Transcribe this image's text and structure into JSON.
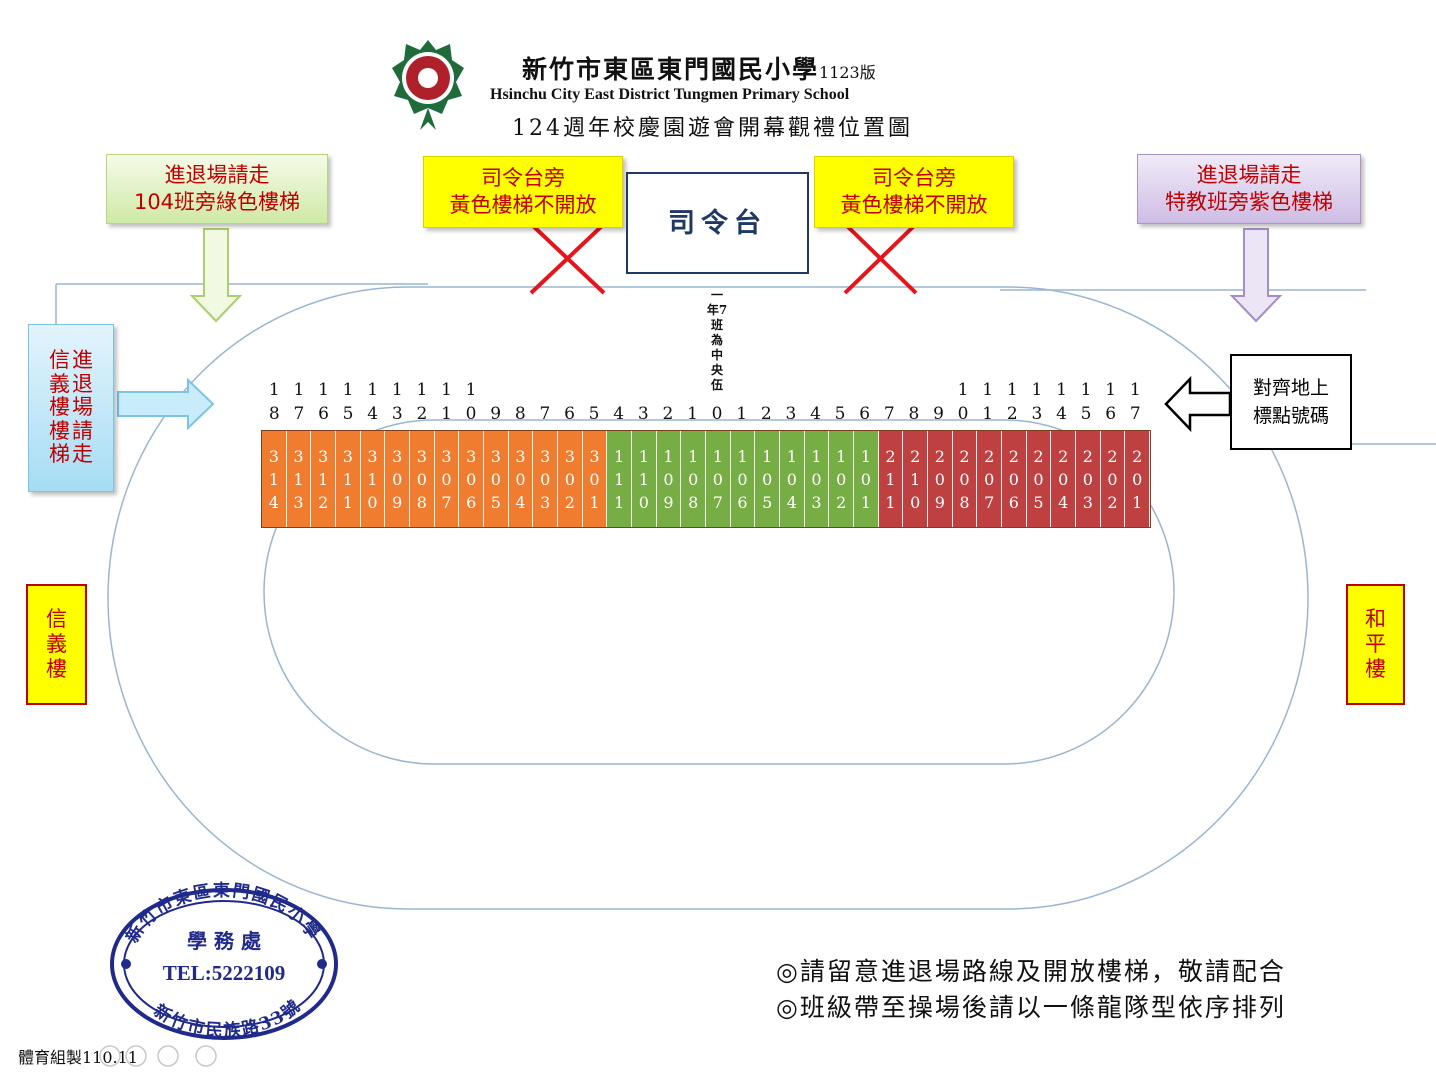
{
  "header": {
    "title_cn": "新竹市東區東門國民小學",
    "version": "1123版",
    "title_en": "Hsinchu City East District Tungmen Primary School",
    "subtitle": "124週年校慶園遊會開幕觀禮位置圖"
  },
  "notices": {
    "green": [
      "進退場請走",
      "104班旁綠色樓梯"
    ],
    "purple": [
      "進退場請走",
      "特教班旁紫色樓梯"
    ],
    "yellow_left": [
      "司令台旁",
      "黃色樓梯不開放"
    ],
    "yellow_right": [
      "司令台旁",
      "黃色樓梯不開放"
    ],
    "blue_col1": [
      "信",
      "義",
      "樓",
      "樓",
      "梯"
    ],
    "blue_col2": [
      "進",
      "退",
      "場",
      "請",
      "走"
    ],
    "stage": "司令台",
    "align": [
      "對齊地上",
      "標點號碼"
    ],
    "center_note": "一年7班為中央伍"
  },
  "buildings": {
    "left": [
      "信",
      "義",
      "樓"
    ],
    "right": [
      "和",
      "平",
      "樓"
    ]
  },
  "positions": [
    "18",
    "17",
    "16",
    "15",
    "14",
    "13",
    "12",
    "11",
    "10",
    "9",
    "8",
    "7",
    "6",
    "5",
    "4",
    "3",
    "2",
    "1",
    "0",
    "1",
    "2",
    "3",
    "4",
    "5",
    "6",
    "7",
    "8",
    "9",
    "10",
    "11",
    "12",
    "13",
    "14",
    "15",
    "16",
    "17"
  ],
  "classes": [
    {
      "code": "314",
      "grade": 3
    },
    {
      "code": "313",
      "grade": 3
    },
    {
      "code": "312",
      "grade": 3
    },
    {
      "code": "311",
      "grade": 3
    },
    {
      "code": "310",
      "grade": 3
    },
    {
      "code": "309",
      "grade": 3
    },
    {
      "code": "308",
      "grade": 3
    },
    {
      "code": "307",
      "grade": 3
    },
    {
      "code": "306",
      "grade": 3
    },
    {
      "code": "305",
      "grade": 3
    },
    {
      "code": "304",
      "grade": 3
    },
    {
      "code": "303",
      "grade": 3
    },
    {
      "code": "302",
      "grade": 3
    },
    {
      "code": "301",
      "grade": 3
    },
    {
      "code": "111",
      "grade": 1
    },
    {
      "code": "110",
      "grade": 1
    },
    {
      "code": "109",
      "grade": 1
    },
    {
      "code": "108",
      "grade": 1
    },
    {
      "code": "107",
      "grade": 1
    },
    {
      "code": "106",
      "grade": 1
    },
    {
      "code": "105",
      "grade": 1
    },
    {
      "code": "104",
      "grade": 1
    },
    {
      "code": "103",
      "grade": 1
    },
    {
      "code": "102",
      "grade": 1
    },
    {
      "code": "101",
      "grade": 1
    },
    {
      "code": "211",
      "grade": 2
    },
    {
      "code": "210",
      "grade": 2
    },
    {
      "code": "209",
      "grade": 2
    },
    {
      "code": "208",
      "grade": 2
    },
    {
      "code": "207",
      "grade": 2
    },
    {
      "code": "206",
      "grade": 2
    },
    {
      "code": "205",
      "grade": 2
    },
    {
      "code": "204",
      "grade": 2
    },
    {
      "code": "203",
      "grade": 2
    },
    {
      "code": "202",
      "grade": 2
    },
    {
      "code": "201",
      "grade": 2
    }
  ],
  "stamp": {
    "top_arc": "新竹市東區東門國民小學",
    "dept": "學 務 處",
    "tel": "TEL:5222109",
    "address": "新竹市民族路33號"
  },
  "footer": {
    "note1": "◎請留意進退場路線及開放樓梯，敬請配合",
    "note2": "◎班級帶至操場後請以一條龍隊型依序排列",
    "credit": "體育組製110.11"
  }
}
